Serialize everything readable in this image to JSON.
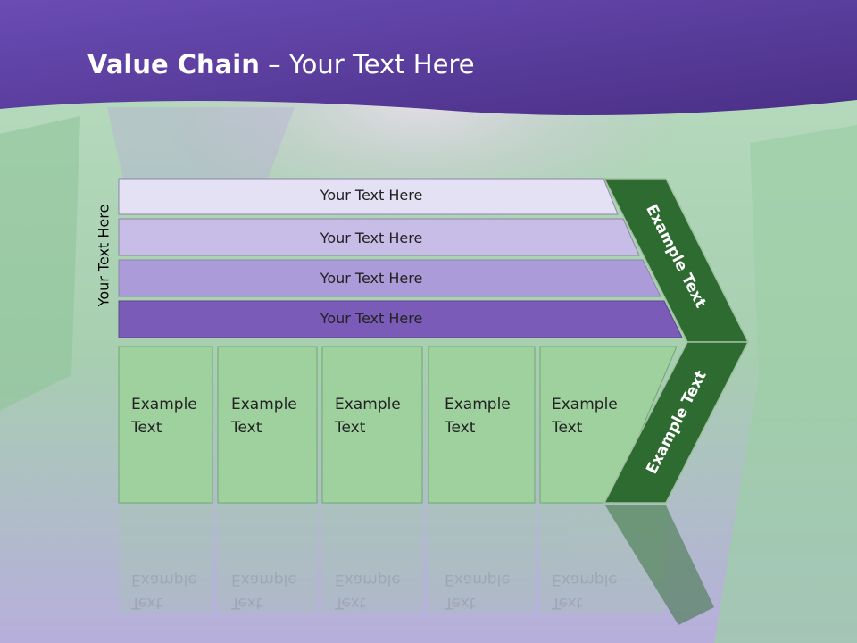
{
  "title": {
    "bold": "Value Chain",
    "rest": " – Your Text Here"
  },
  "side_label": "Your Text Here",
  "bars": [
    {
      "label": "Your Text Here",
      "color": "#e4e1f4"
    },
    {
      "label": "Your Text Here",
      "color": "#c8bde6"
    },
    {
      "label": "Your Text Here",
      "color": "#ab9cd9"
    },
    {
      "label": "Your Text Here",
      "color": "#7a5cb8"
    }
  ],
  "boxes": [
    {
      "line1": "Example",
      "line2": "Text"
    },
    {
      "line1": "Example",
      "line2": "Text"
    },
    {
      "line1": "Example",
      "line2": "Text"
    },
    {
      "line1": "Example",
      "line2": "Text"
    },
    {
      "line1": "Example",
      "line2": "Text"
    }
  ],
  "chevron": {
    "top_label": "Example Text",
    "bottom_label": "Example Text",
    "color": "#2e6b30"
  },
  "colors": {
    "header": "#5a3d9e",
    "box_fill": "#9ed19e"
  }
}
